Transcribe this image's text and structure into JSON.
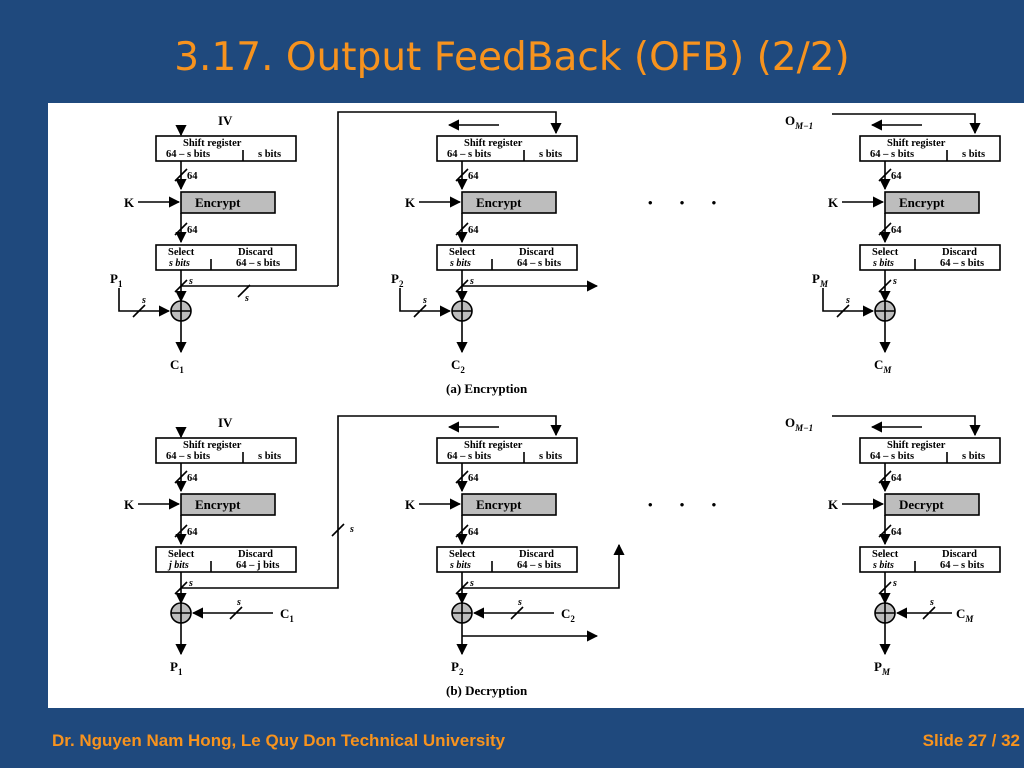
{
  "title": "3.17. Output FeedBack (OFB) (2/2)",
  "footer": {
    "author": "Dr. Nguyen Nam Hong, Le Quy Don Technical University",
    "slide": "Slide 27 / 32"
  },
  "diagram": {
    "enc_caption": "(a) Encryption",
    "dec_caption": "(b) Decryption",
    "iv": "IV",
    "om1": "O",
    "om1_sub": "M−1",
    "key": "K",
    "shift_register": "Shift register",
    "bits_64s": "64 – s bits",
    "bits_s": "s bits",
    "width_64": "64",
    "encrypt": "Encrypt",
    "decrypt": "Decrypt",
    "select": "Select",
    "discard": "Discard",
    "sel_s_bits": "s bits",
    "disc_64s": "64 – s bits",
    "sel_j_bits": "j bits",
    "disc_64j": "64 – j bits",
    "s": "s",
    "ellipsis": "• • •",
    "p1": "P",
    "p1_sub": "1",
    "p2": "P",
    "p2_sub": "2",
    "pm": "P",
    "pm_sub": "M",
    "c1": "C",
    "c1_sub": "1",
    "c2": "C",
    "c2_sub": "2",
    "cm": "C",
    "cm_sub": "M"
  }
}
